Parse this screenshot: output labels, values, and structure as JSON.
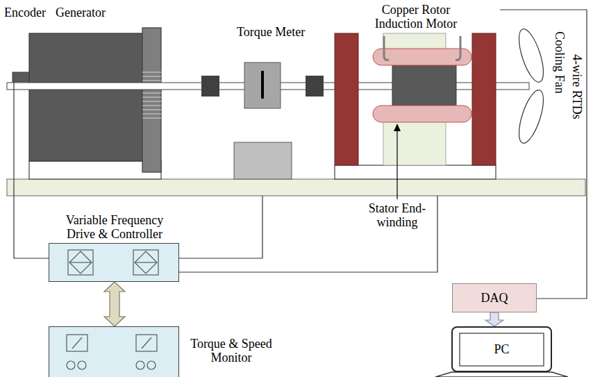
{
  "diagram": {
    "nodes": [
      {
        "text": [
          "Encoder"
        ]
      },
      {
        "text": [
          "Generator"
        ]
      },
      {
        "text": [
          "Torque Meter"
        ]
      },
      {
        "text": [
          "Copper Rotor Induction Motor"
        ]
      },
      {
        "text": [
          "Variable Frequency Drive & Controller"
        ]
      },
      {
        "text": [
          "DAQ"
        ]
      },
      {
        "text": [
          "Torque & Speed Monitor"
        ]
      },
      {
        "text": [
          "PC"
        ]
      }
    ],
    "edges": [
      {
        "from": 0,
        "to": 4,
        "arrow": "none"
      },
      {
        "from": 2,
        "to": 4,
        "arrow": "none"
      },
      {
        "from": 4,
        "to": 3,
        "arrow": "none"
      },
      {
        "from": 4,
        "to": 6,
        "arrow": "both"
      },
      {
        "from": 3,
        "to": 5,
        "arrow": "none",
        "label": "4-wire RTDs"
      },
      {
        "from": 5,
        "to": 7,
        "arrow": "to"
      }
    ],
    "labels": [
      "Cooling Fan",
      "Stator End-winding"
    ]
  }
}
